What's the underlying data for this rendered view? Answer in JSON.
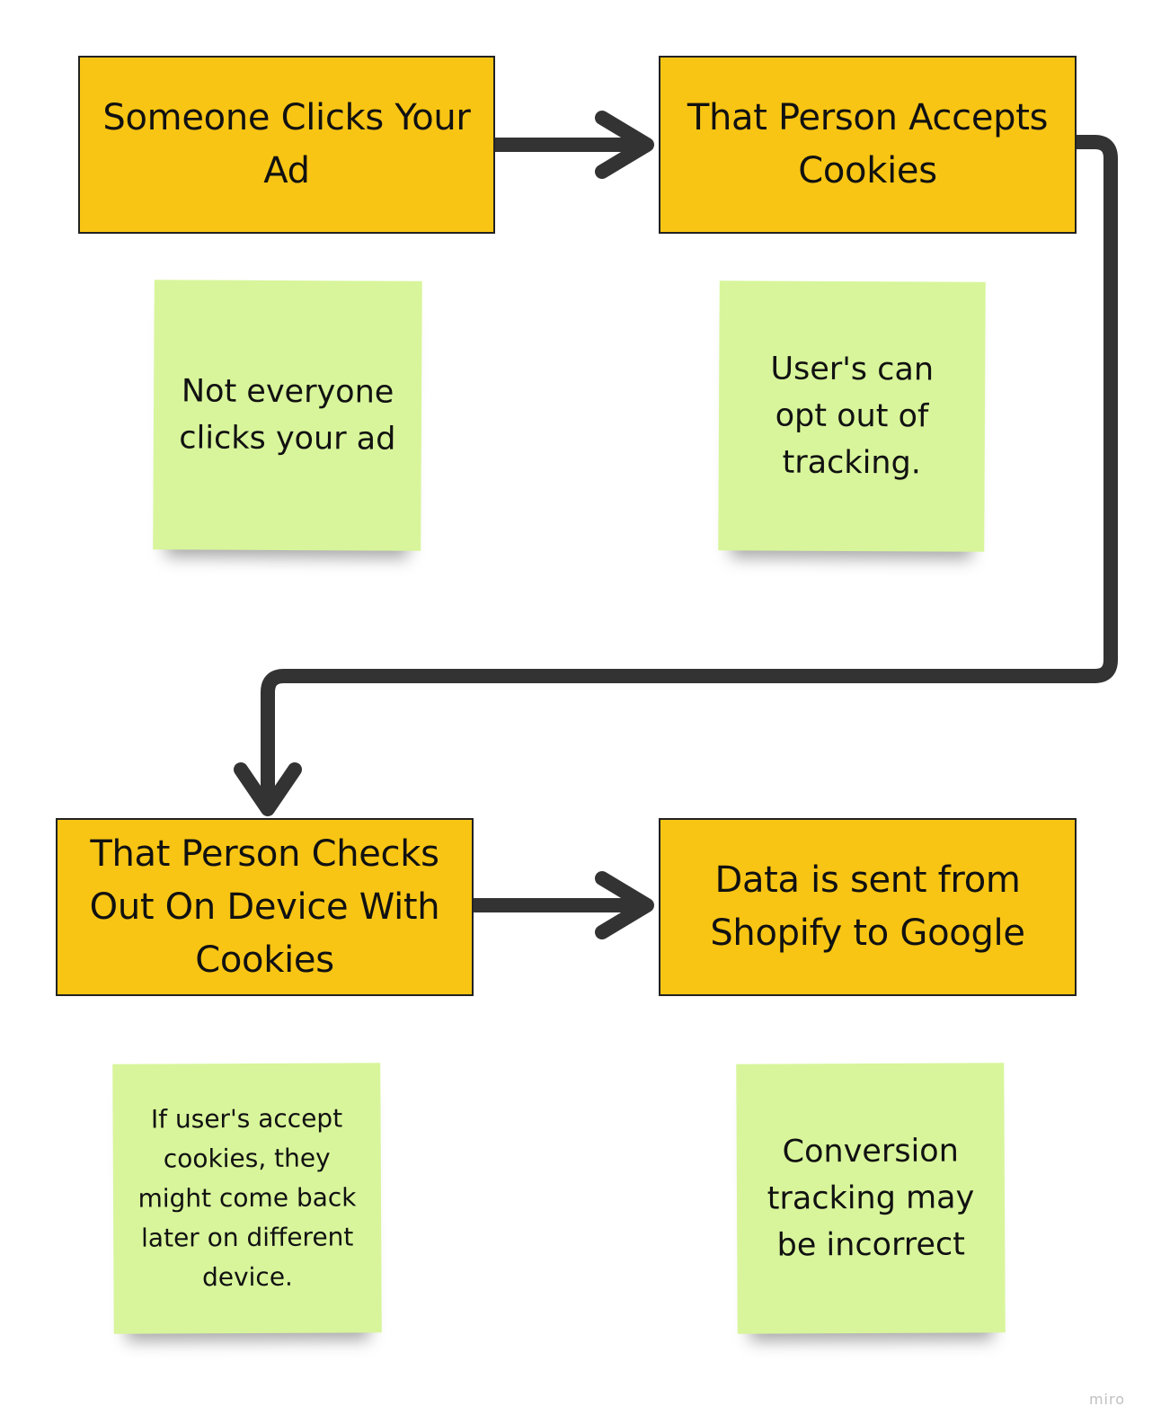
{
  "diagram": {
    "steps": [
      {
        "id": "step-1",
        "text": "Someone Clicks Your Ad"
      },
      {
        "id": "step-2",
        "text": "That Person Accepts Cookies"
      },
      {
        "id": "step-3",
        "text": "That Person Checks Out On Device With Cookies"
      },
      {
        "id": "step-4",
        "text": "Data is sent from Shopify to Google"
      }
    ],
    "notes": [
      {
        "id": "note-1",
        "text": "Not everyone clicks your ad"
      },
      {
        "id": "note-2",
        "text": "User's can opt out of tracking."
      },
      {
        "id": "note-3",
        "text": "If user's accept cookies, they might come back later on different device."
      },
      {
        "id": "note-4",
        "text": "Conversion tracking may be incorrect"
      }
    ],
    "connectors": [
      {
        "from": "step-1",
        "to": "step-2"
      },
      {
        "from": "step-2",
        "to": "step-3"
      },
      {
        "from": "step-3",
        "to": "step-4"
      }
    ]
  },
  "colors": {
    "step_fill": "#f8c514",
    "note_fill": "#d8f59b",
    "arrow": "#333333"
  },
  "watermark": "miro"
}
